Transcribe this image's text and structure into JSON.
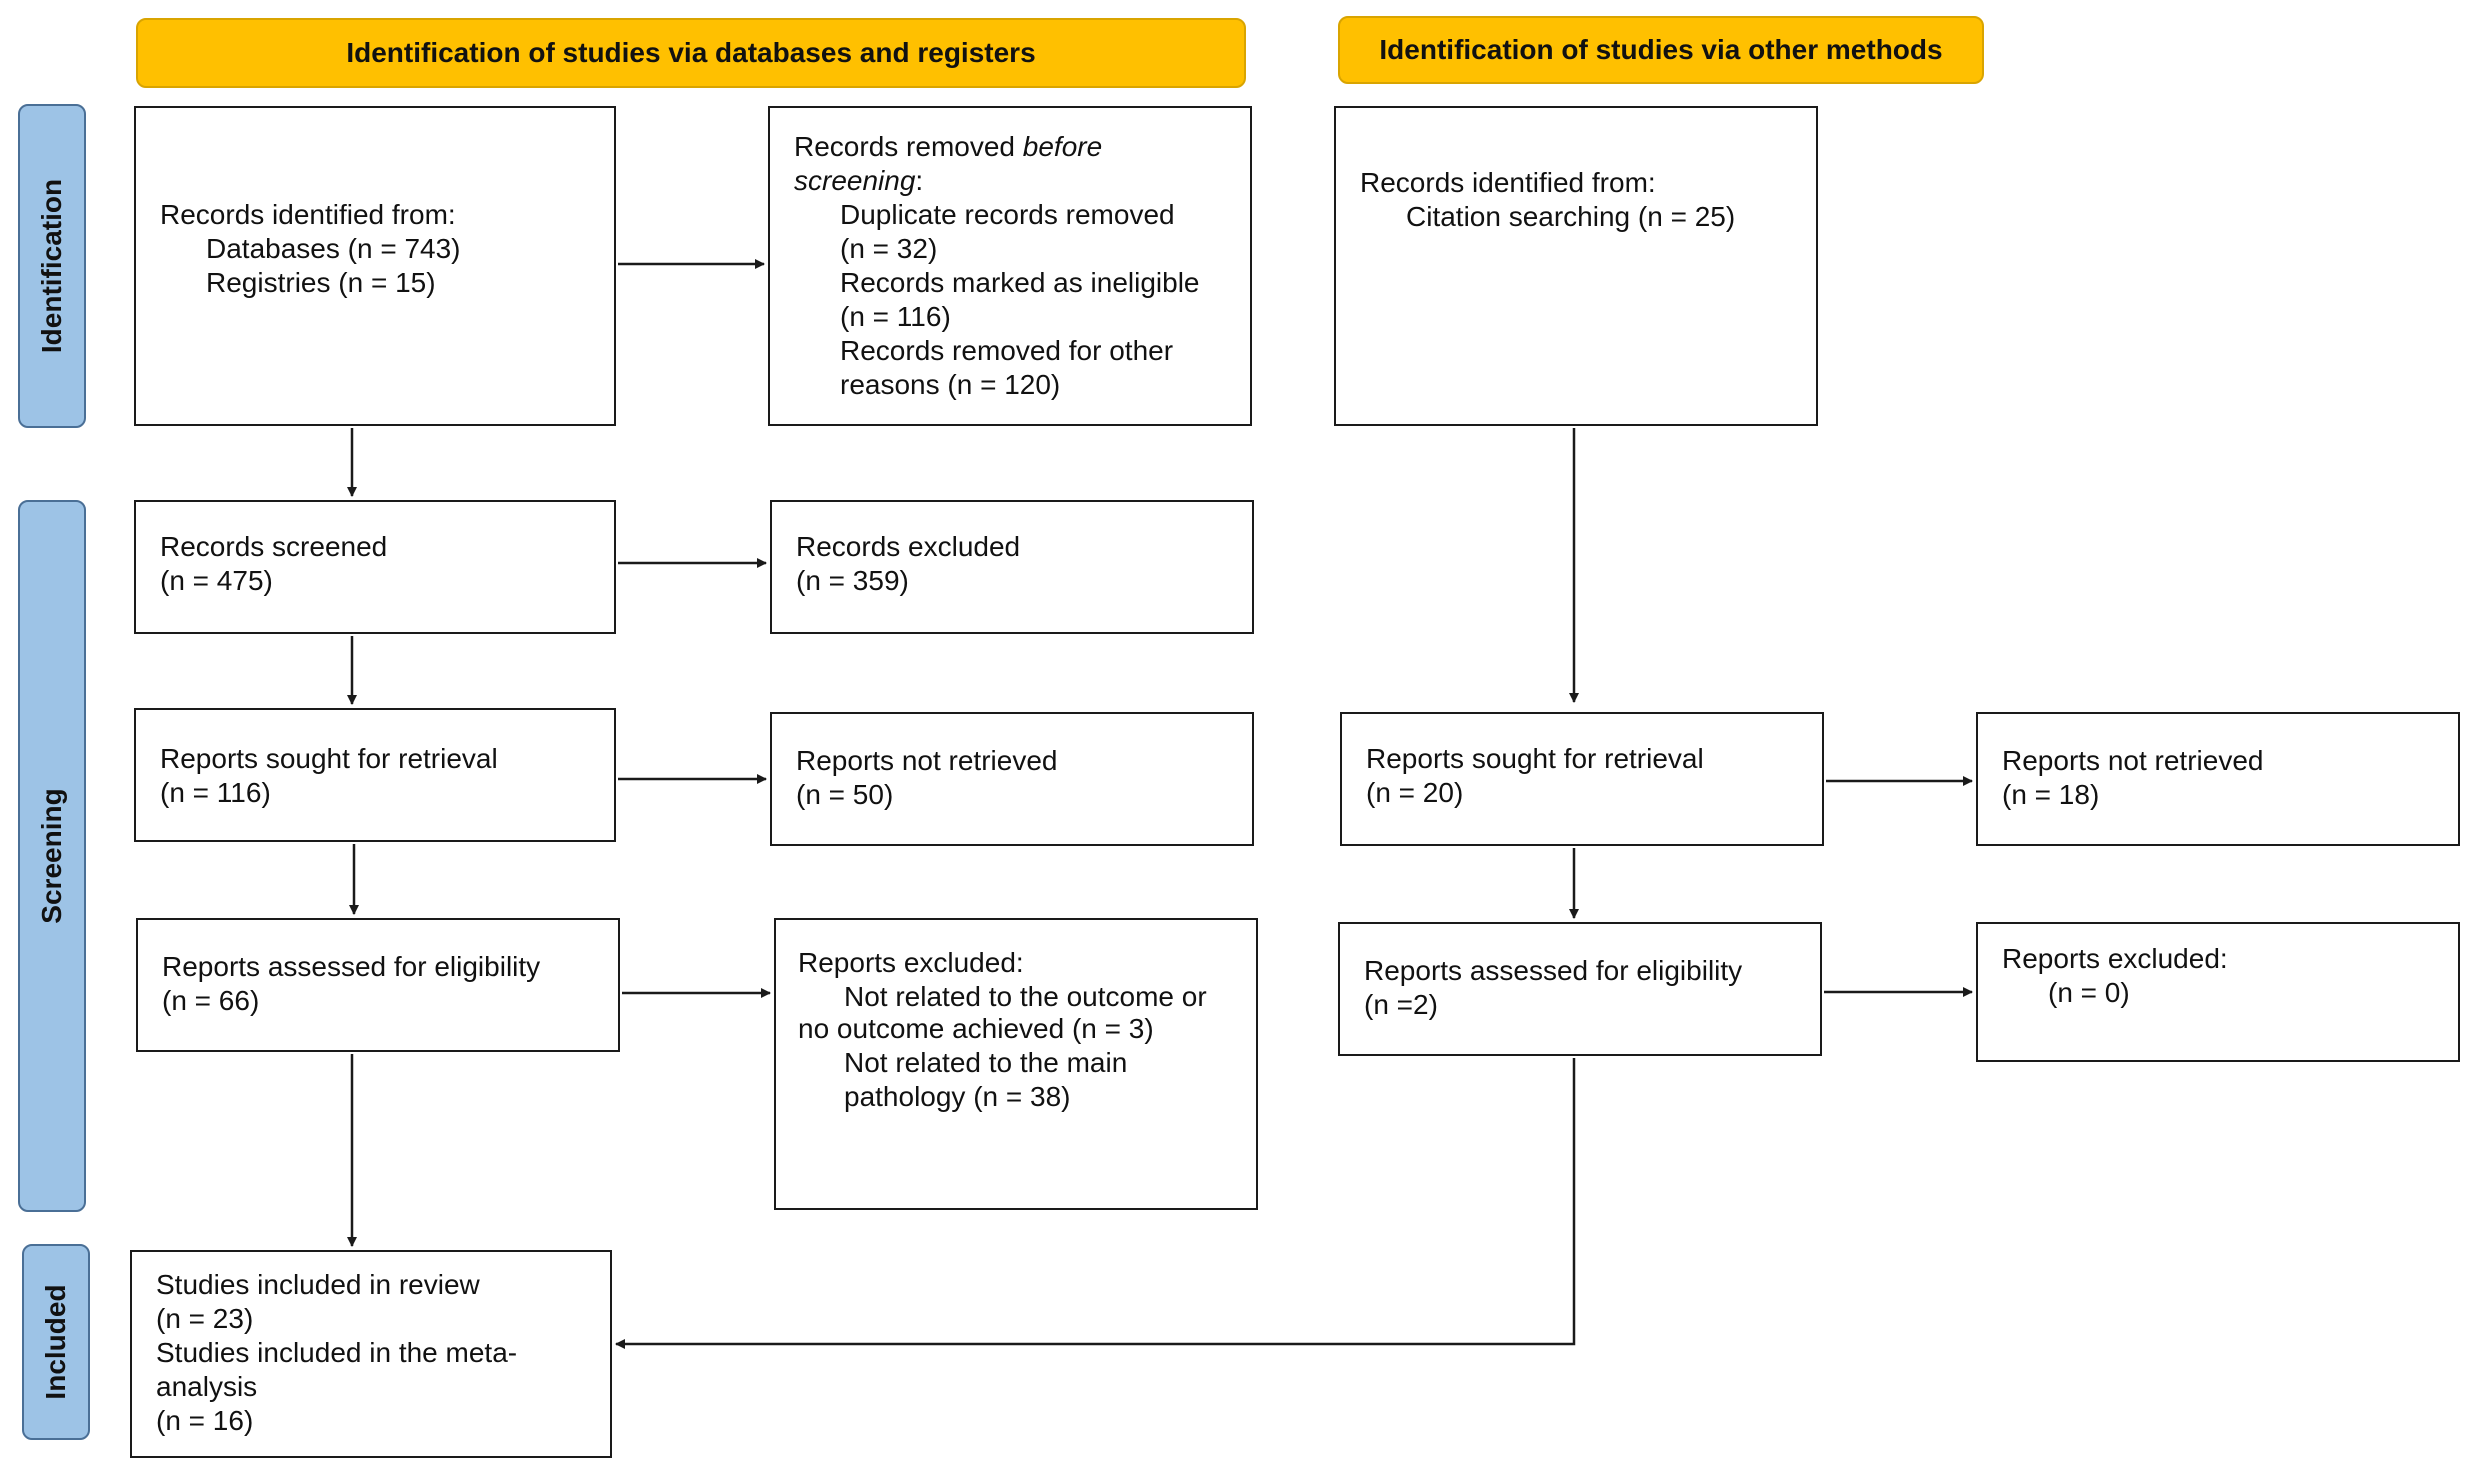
{
  "headers": {
    "databases": "Identification of studies via databases and registers",
    "other": "Identification of studies via other methods"
  },
  "phases": {
    "identification": "Identification",
    "screening": "Screening",
    "included": "Included"
  },
  "databases": {
    "identified": {
      "title": "Records identified from:",
      "databases": "Databases (n = 743)",
      "registries": "Registries (n = 15)"
    },
    "removed": {
      "title_prefix": "Records removed ",
      "title_italic": "before screening",
      "title_suffix": ":",
      "duplicates": "Duplicate records removed",
      "duplicates_n": "(n = 32)",
      "ineligible": "Records marked as ineligible",
      "ineligible_n": "(n = 116)",
      "other": "Records removed for other",
      "other_n": "reasons (n = 120)"
    },
    "screened": {
      "title": "Records screened",
      "n": "(n = 475)"
    },
    "excluded": {
      "title": "Records excluded",
      "n": "(n = 359)"
    },
    "sought": {
      "title": "Reports sought for retrieval",
      "n": "(n = 116)"
    },
    "not_retrieved": {
      "title": "Reports not retrieved",
      "n": "(n = 50)"
    },
    "assessed": {
      "title": "Reports assessed for eligibility",
      "n": "(n = 66)"
    },
    "reports_excluded": {
      "title": "Reports excluded:",
      "reason1a": "Not related to the outcome or",
      "reason1b": "no outcome achieved (n = 3)",
      "reason2a": "Not related to the main",
      "reason2b": "pathology (n = 38)"
    },
    "included": {
      "review": "Studies included in review",
      "review_n": "(n = 23)",
      "meta_a": "Studies included in the meta-",
      "meta_b": "analysis",
      "meta_n": "(n = 16)"
    }
  },
  "other": {
    "identified": {
      "title": "Records identified from:",
      "citation": "Citation searching (n = 25)"
    },
    "sought": {
      "title": "Reports sought for retrieval",
      "n": "(n = 20)"
    },
    "not_retrieved": {
      "title": "Reports not retrieved",
      "n": "(n = 18)"
    },
    "assessed": {
      "title": "Reports assessed for eligibility",
      "n": "(n =2)"
    },
    "excluded": {
      "title": "Reports excluded:",
      "n": "(n = 0)"
    }
  },
  "colors": {
    "header_fill": "#ffc000",
    "phase_fill": "#9dc3e6",
    "border": "#1a1a1a"
  }
}
